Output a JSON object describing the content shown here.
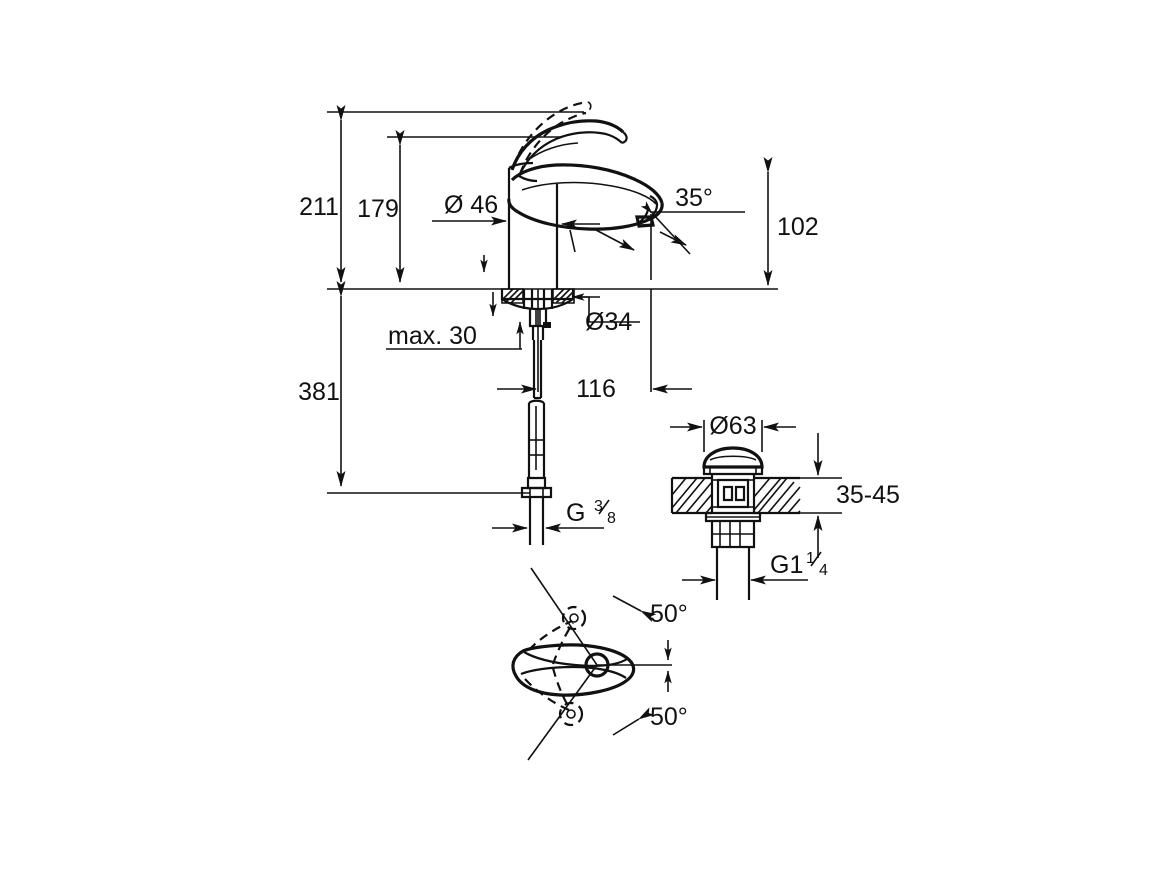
{
  "drawing": {
    "title": "Single-lever basin mixer dimensional drawing",
    "units": "mm",
    "line_color": "#111111",
    "background_color": "#ffffff"
  },
  "dimensions": {
    "total_height_above_surface": "211",
    "spout_height": "179",
    "body_diameter": "Ø 46",
    "spout_swivel_angle": "35°",
    "reach": "102",
    "base_diameter": "Ø34",
    "max_deck_thickness": "max. 30",
    "supply_length_below": "381",
    "spout_projection": "116",
    "supply_thread": "G",
    "supply_thread_num": "3",
    "supply_thread_den": "8",
    "waste_cap_diameter": "Ø63",
    "waste_deck_range": "35-45",
    "waste_thread": "G1",
    "waste_thread_num": "1",
    "waste_thread_den": "4",
    "lever_angle_up": "50°",
    "lever_angle_down": "50°"
  },
  "views": {
    "front_elevation": "faucet-front-elevation",
    "waste_section": "pop-up-waste-section",
    "lever_top": "lever-rotation-top-view"
  }
}
